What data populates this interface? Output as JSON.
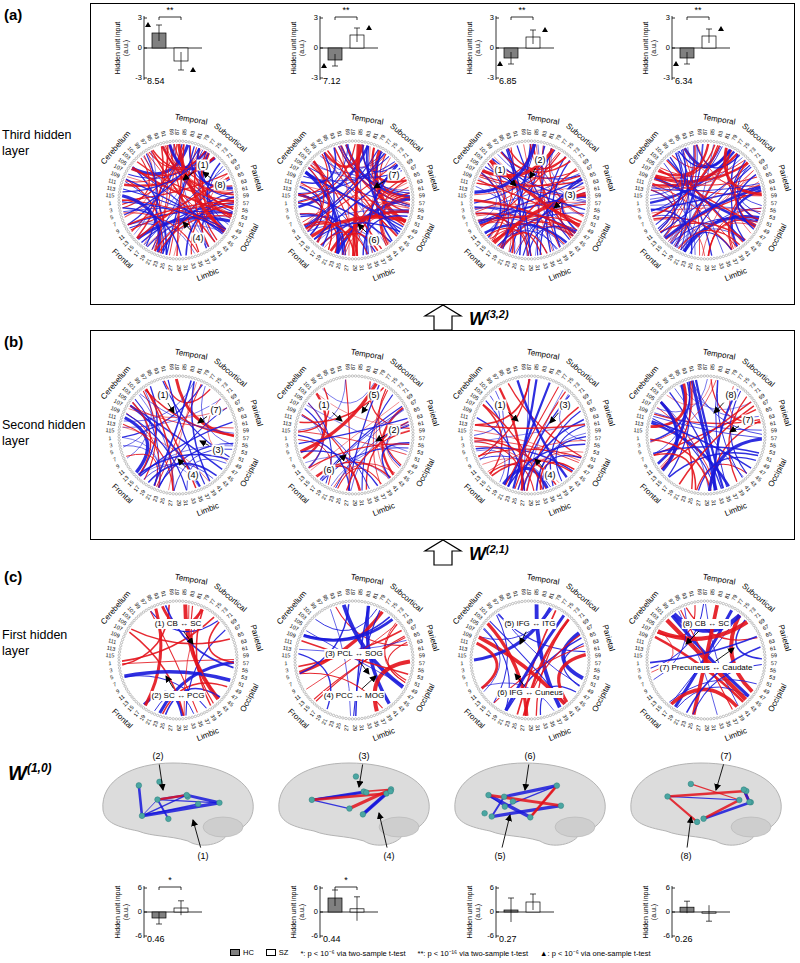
{
  "diagram": {
    "nodes": [
      {
        "text": [
          "(a)",
          "Third hidden layer"
        ]
      },
      {
        "text": [
          "Temporal",
          "Subcortical",
          "Parietal",
          "Occipital",
          "Limbic",
          "Frontal",
          "Cerebellum",
          "1",
          "3",
          "5",
          "7",
          "9",
          "11",
          "13",
          "15",
          "17",
          "19",
          "21",
          "23",
          "25",
          "27",
          "29",
          "31",
          "33",
          "35",
          "37",
          "39",
          "41",
          "43",
          "45",
          "47",
          "49",
          "51",
          "53",
          "55",
          "57",
          "59",
          "61",
          "63",
          "65",
          "67",
          "69",
          "71",
          "73",
          "75",
          "77",
          "79",
          "81",
          "83",
          "85",
          "87",
          "89",
          "91",
          "93",
          "95",
          "97",
          "99",
          "101",
          "103",
          "105",
          "107",
          "109",
          "111",
          "113",
          "115"
        ],
        "in": 0
      },
      {
        "text": [
          "Temporal",
          "Subcortical",
          "Parietal",
          "Occipital",
          "Limbic",
          "Frontal",
          "Cerebellum",
          "1",
          "3",
          "5",
          "7",
          "9",
          "11",
          "13",
          "15",
          "17",
          "19",
          "21",
          "23",
          "25",
          "27",
          "29",
          "31",
          "33",
          "35",
          "37",
          "39",
          "41",
          "43",
          "45",
          "47",
          "49",
          "51",
          "53",
          "55",
          "57",
          "59",
          "61",
          "63",
          "65",
          "67",
          "69",
          "71",
          "73",
          "75",
          "77",
          "79",
          "81",
          "83",
          "85",
          "87",
          "89",
          "91",
          "93",
          "95",
          "97",
          "99",
          "101",
          "103",
          "105",
          "107",
          "109",
          "111",
          "113",
          "115"
        ],
        "in": 0
      },
      {
        "text": [
          "Temporal",
          "Subcortical",
          "Parietal",
          "Occipital",
          "Limbic",
          "Frontal",
          "Cerebellum",
          "1",
          "3",
          "5",
          "7",
          "9",
          "11",
          "13",
          "15",
          "17",
          "19",
          "21",
          "23",
          "25",
          "27",
          "29",
          "31",
          "33",
          "35",
          "37",
          "39",
          "41",
          "43",
          "45",
          "47",
          "49",
          "51",
          "53",
          "55",
          "57",
          "59",
          "61",
          "63",
          "65",
          "67",
          "69",
          "71",
          "73",
          "75",
          "77",
          "79",
          "81",
          "83",
          "85",
          "87",
          "89",
          "91",
          "93",
          "95",
          "97",
          "99",
          "101",
          "103",
          "105",
          "107",
          "109",
          "111",
          "113",
          "115"
        ],
        "in": 0
      },
      {
        "text": [
          "Temporal",
          "Subcortical",
          "Parietal",
          "Occipital",
          "Limbic",
          "Frontal",
          "Cerebellum",
          "1",
          "3",
          "5",
          "7",
          "9",
          "11",
          "13",
          "15",
          "17",
          "19",
          "21",
          "23",
          "25",
          "27",
          "29",
          "31",
          "33",
          "35",
          "37",
          "39",
          "41",
          "43",
          "45",
          "47",
          "49",
          "51",
          "53",
          "55",
          "57",
          "59",
          "61",
          "63",
          "65",
          "67",
          "69",
          "71",
          "73",
          "75",
          "77",
          "79",
          "81",
          "83",
          "85",
          "87",
          "89",
          "91",
          "93",
          "95",
          "97",
          "99",
          "101",
          "103",
          "105",
          "107",
          "109",
          "111",
          "113",
          "115"
        ],
        "in": 0
      },
      {
        "text": [
          "(b)",
          "Second hidden layer"
        ]
      },
      {
        "text": [
          "Temporal",
          "Subcortical",
          "Parietal",
          "Occipital",
          "Limbic",
          "Frontal",
          "Cerebellum",
          "1",
          "3",
          "5",
          "7",
          "9",
          "11",
          "13",
          "15",
          "17",
          "19",
          "21",
          "23",
          "25",
          "27",
          "29",
          "31",
          "33",
          "35",
          "37",
          "39",
          "41",
          "43",
          "45",
          "47",
          "49",
          "51",
          "53",
          "55",
          "57",
          "59",
          "61",
          "63",
          "65",
          "67",
          "69",
          "71",
          "73",
          "75",
          "77",
          "79",
          "81",
          "83",
          "85",
          "87",
          "89",
          "91",
          "93",
          "95",
          "97",
          "99",
          "101",
          "103",
          "105",
          "107",
          "109",
          "111",
          "113",
          "115"
        ],
        "in": 5
      },
      {
        "text": [
          "Temporal",
          "Subcortical",
          "Parietal",
          "Occipital",
          "Limbic",
          "Frontal",
          "Cerebellum",
          "1",
          "3",
          "5",
          "7",
          "9",
          "11",
          "13",
          "15",
          "17",
          "19",
          "21",
          "23",
          "25",
          "27",
          "29",
          "31",
          "33",
          "35",
          "37",
          "39",
          "41",
          "43",
          "45",
          "47",
          "49",
          "51",
          "53",
          "55",
          "57",
          "59",
          "61",
          "63",
          "65",
          "67",
          "69",
          "71",
          "73",
          "75",
          "77",
          "79",
          "81",
          "83",
          "85",
          "87",
          "89",
          "91",
          "93",
          "95",
          "97",
          "99",
          "101",
          "103",
          "105",
          "107",
          "109",
          "111",
          "113",
          "115"
        ],
        "in": 5
      },
      {
        "text": [
          "Temporal",
          "Subcortical",
          "Parietal",
          "Occipital",
          "Limbic",
          "Frontal",
          "Cerebellum",
          "1",
          "3",
          "5",
          "7",
          "9",
          "11",
          "13",
          "15",
          "17",
          "19",
          "21",
          "23",
          "25",
          "27",
          "29",
          "31",
          "33",
          "35",
          "37",
          "39",
          "41",
          "43",
          "45",
          "47",
          "49",
          "51",
          "53",
          "55",
          "57",
          "59",
          "61",
          "63",
          "65",
          "67",
          "69",
          "71",
          "73",
          "75",
          "77",
          "79",
          "81",
          "83",
          "85",
          "87",
          "89",
          "91",
          "93",
          "95",
          "97",
          "99",
          "101",
          "103",
          "105",
          "107",
          "109",
          "111",
          "113",
          "115"
        ],
        "in": 5
      },
      {
        "text": [
          "Temporal",
          "Subcortical",
          "Parietal",
          "Occipital",
          "Limbic",
          "Frontal",
          "Cerebellum",
          "1",
          "3",
          "5",
          "7",
          "9",
          "11",
          "13",
          "15",
          "17",
          "19",
          "21",
          "23",
          "25",
          "27",
          "29",
          "31",
          "33",
          "35",
          "37",
          "39",
          "41",
          "43",
          "45",
          "47",
          "49",
          "51",
          "53",
          "55",
          "57",
          "59",
          "61",
          "63",
          "65",
          "67",
          "69",
          "71",
          "73",
          "75",
          "77",
          "79",
          "81",
          "83",
          "85",
          "87",
          "89",
          "91",
          "93",
          "95",
          "97",
          "99",
          "101",
          "103",
          "105",
          "107",
          "109",
          "111",
          "113",
          "115"
        ],
        "in": 5
      },
      {
        "text": [
          "(c)",
          "First hidden layer"
        ]
      },
      {
        "text": [
          "Temporal",
          "Subcortical",
          "Parietal",
          "Occipital",
          "Limbic",
          "Frontal",
          "Cerebellum",
          "1",
          "3",
          "5",
          "7",
          "9",
          "11",
          "13",
          "15",
          "17",
          "19",
          "21",
          "23",
          "25",
          "27",
          "29",
          "31",
          "33",
          "35",
          "37",
          "39",
          "41",
          "43",
          "45",
          "47",
          "49",
          "51",
          "53",
          "55",
          "57",
          "59",
          "61",
          "63",
          "65",
          "67",
          "69",
          "71",
          "73",
          "75",
          "77",
          "79",
          "81",
          "83",
          "85",
          "87",
          "89",
          "91",
          "93",
          "95",
          "97",
          "99",
          "101",
          "103",
          "105",
          "107",
          "109",
          "111",
          "113",
          "115"
        ],
        "in": 10
      },
      {
        "text": [
          "Temporal",
          "Subcortical",
          "Parietal",
          "Occipital",
          "Limbic",
          "Frontal",
          "Cerebellum",
          "1",
          "3",
          "5",
          "7",
          "9",
          "11",
          "13",
          "15",
          "17",
          "19",
          "21",
          "23",
          "25",
          "27",
          "29",
          "31",
          "33",
          "35",
          "37",
          "39",
          "41",
          "43",
          "45",
          "47",
          "49",
          "51",
          "53",
          "55",
          "57",
          "59",
          "61",
          "63",
          "65",
          "67",
          "69",
          "71",
          "73",
          "75",
          "77",
          "79",
          "81",
          "83",
          "85",
          "87",
          "89",
          "91",
          "93",
          "95",
          "97",
          "99",
          "101",
          "103",
          "105",
          "107",
          "109",
          "111",
          "113",
          "115"
        ],
        "in": 10
      },
      {
        "text": [
          "Temporal",
          "Subcortical",
          "Parietal",
          "Occipital",
          "Limbic",
          "Frontal",
          "Cerebellum",
          "1",
          "3",
          "5",
          "7",
          "9",
          "11",
          "13",
          "15",
          "17",
          "19",
          "21",
          "23",
          "25",
          "27",
          "29",
          "31",
          "33",
          "35",
          "37",
          "39",
          "41",
          "43",
          "45",
          "47",
          "49",
          "51",
          "53",
          "55",
          "57",
          "59",
          "61",
          "63",
          "65",
          "67",
          "69",
          "71",
          "73",
          "75",
          "77",
          "79",
          "81",
          "83",
          "85",
          "87",
          "89",
          "91",
          "93",
          "95",
          "97",
          "99",
          "101",
          "103",
          "105",
          "107",
          "109",
          "111",
          "113",
          "115"
        ],
        "in": 10
      },
      {
        "text": [
          "Temporal",
          "Subcortical",
          "Parietal",
          "Occipital",
          "Limbic",
          "Frontal",
          "Cerebellum",
          "1",
          "3",
          "5",
          "7",
          "9",
          "11",
          "13",
          "15",
          "17",
          "19",
          "21",
          "23",
          "25",
          "27",
          "29",
          "31",
          "33",
          "35",
          "37",
          "39",
          "41",
          "43",
          "45",
          "47",
          "49",
          "51",
          "53",
          "55",
          "57",
          "59",
          "61",
          "63",
          "65",
          "67",
          "69",
          "71",
          "73",
          "75",
          "77",
          "79",
          "81",
          "83",
          "85",
          "87",
          "89",
          "91",
          "93",
          "95",
          "97",
          "99",
          "101",
          "103",
          "105",
          "107",
          "109",
          "111",
          "113",
          "115"
        ],
        "in": 10
      }
    ],
    "edges": [
      {
        "from": 5,
        "to": 0,
        "arrow": "to",
        "label": "W(3,2)"
      },
      {
        "from": 10,
        "to": 5,
        "arrow": "to",
        "label": "W(2,1)"
      }
    ],
    "labels": [
      "Hidden unit input (a.u.)",
      "3",
      "0",
      "-3",
      "**",
      "8.54",
      "Hidden unit input (a.u.)",
      "3",
      "0",
      "-3",
      "**",
      "7.12",
      "Hidden unit input (a.u.)",
      "3",
      "0",
      "-3",
      "**",
      "6.85",
      "Hidden unit input (a.u.)",
      "3",
      "0",
      "-3",
      "**",
      "6.34",
      "(1)",
      "(8)",
      "(4)",
      "(7)",
      "(6)",
      "(1)",
      "(2)",
      "(3)",
      "(1)",
      "(7)",
      "(3)",
      "(4)",
      "(1)",
      "(5)",
      "(2)",
      "(6)",
      "(1)",
      "(3)",
      "(4)",
      "(8)",
      "(7)",
      "(1) CB ↔ SC",
      "(2) SC ↔ PCG",
      "(3) PCL ↔ SOG",
      "(4) PCC ↔ MOG",
      "(5) IFG ↔ ITG",
      "(6) IFG ↔ Cuneus",
      "(8) CB ↔ SC",
      "(7) Precuneus ↔ Caudate",
      "W(1,0)",
      "(2)",
      "(1)",
      "(3)",
      "(4)",
      "(6)",
      "(5)",
      "(7)",
      "(8)",
      "Hidden unit input (a.u.)",
      "6",
      "0",
      "-6",
      "*",
      "0.46",
      "Hidden unit input (a.u.)",
      "6",
      "0",
      "-6",
      "*",
      "0.44",
      "Hidden unit input (a.u.)",
      "6",
      "0",
      "-6",
      "0.27",
      "Hidden unit input (a.u.)",
      "6",
      "0",
      "-6",
      "0.26"
    ],
    "legend": [
      {
        "text": "HC",
        "color": "#808080"
      },
      {
        "text": "SZ",
        "color": "#ffffff"
      },
      {
        "text": "*: p < 10⁻⁶ via two-sample t-test"
      },
      {
        "text": "**: p < 10⁻¹⁶ via two-sample t-test"
      },
      {
        "text": "▲: p < 10⁻⁶ via one-sample t-test"
      }
    ]
  }
}
